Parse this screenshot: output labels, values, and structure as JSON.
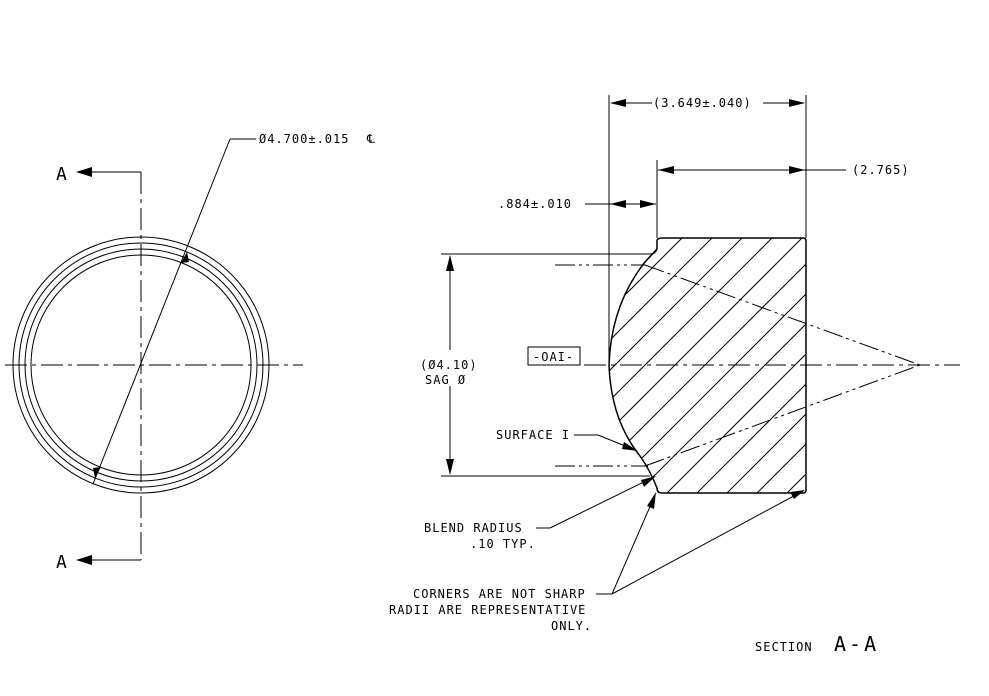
{
  "view_labels": {
    "section_top": "A",
    "section_bottom": "A",
    "section_title_word": "SECTION",
    "section_title_id": "A-A"
  },
  "dimensions": {
    "outer_diameter": "Ø4.700±.015",
    "outer_diameter_symbol": "℄",
    "overall_length": "(3.649±.040)",
    "body_length": "(2.765)",
    "step_length": ".884±.010",
    "sag_diameter_line1": "(Ø4.10)",
    "sag_diameter_line2": "SAG Ø"
  },
  "datum": "-OAI-",
  "notes": {
    "surface": "SURFACE I",
    "blend_radius_line1": "BLEND  RADIUS",
    "blend_radius_line2": ".10 TYP.",
    "corners_line1": "CORNERS ARE NOT SHARP",
    "corners_line2": "RADII ARE REPRESENTATIVE",
    "corners_line3": "ONLY."
  }
}
